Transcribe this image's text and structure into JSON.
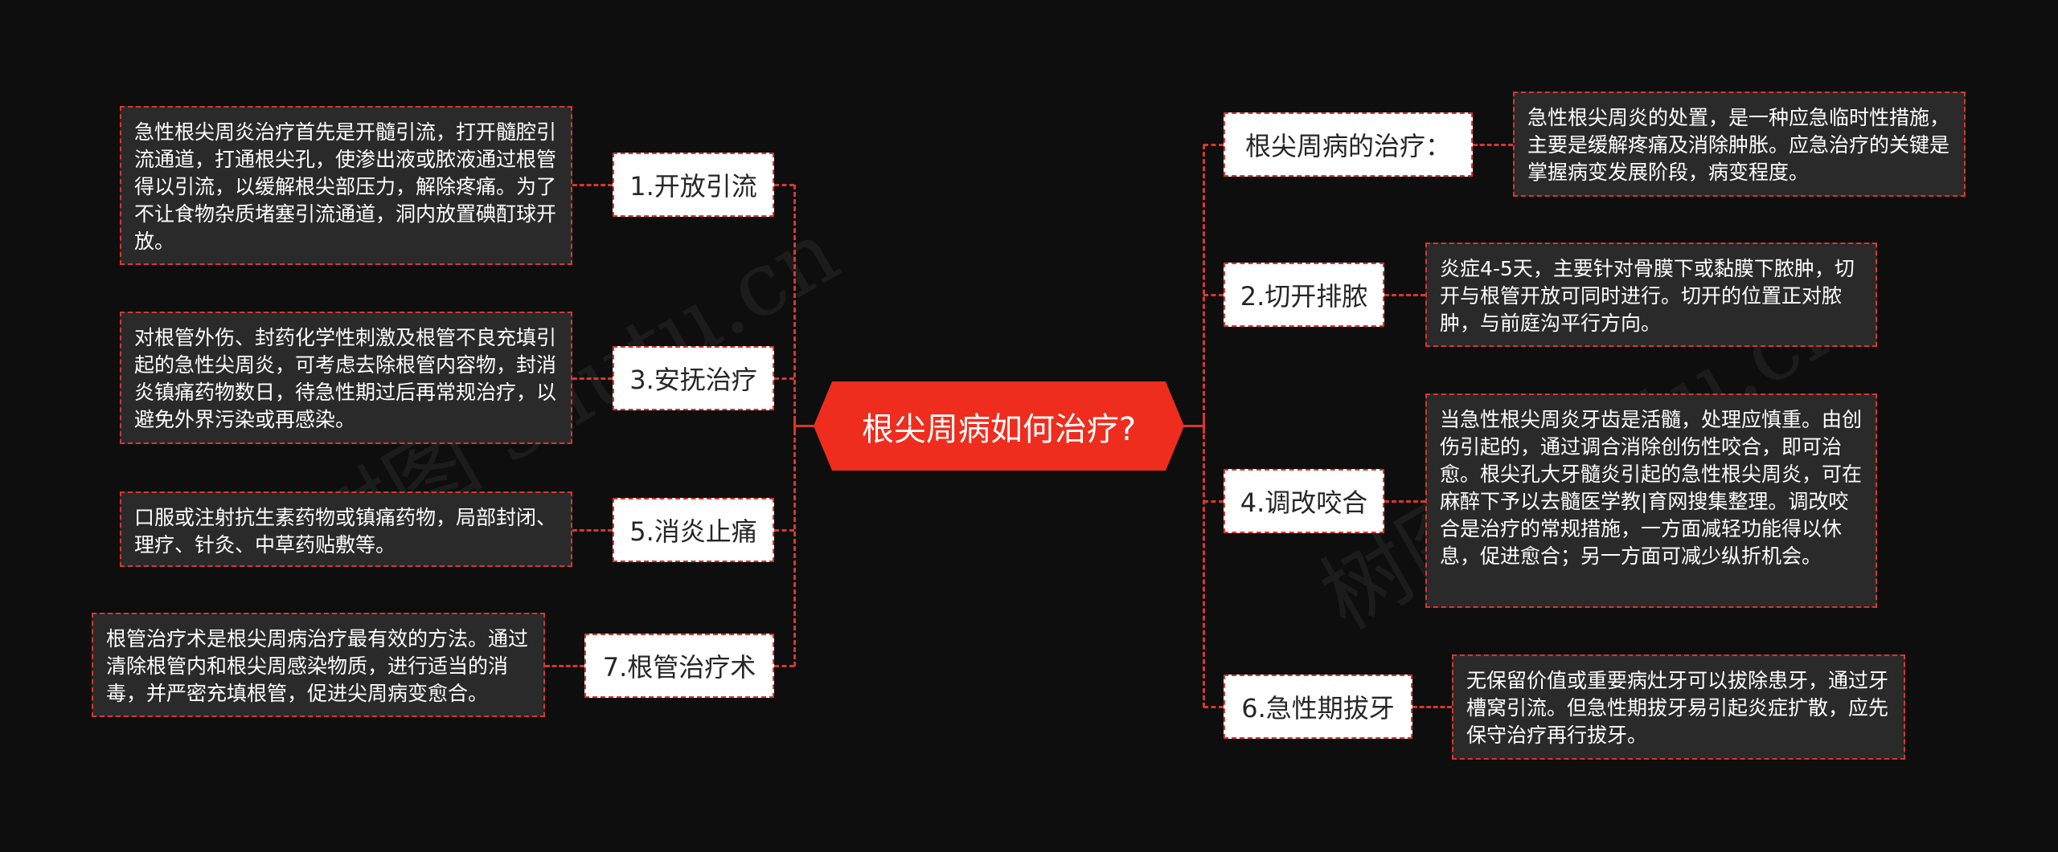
{
  "root": {
    "label": "根尖周病如何治疗?",
    "color": "#ee2d1e"
  },
  "colors": {
    "background": "#0e0e0e",
    "connector": "#d8372b",
    "detail_bg": "#2a2a2a",
    "node_bg": "#ffffff"
  },
  "watermark": {
    "text1": "树图 shutu.cn",
    "text2": "树图 shutu.cn"
  },
  "left_branches": [
    {
      "label": "1.开放引流",
      "detail": "急性根尖周炎治疗首先是开髓引流，打开髓腔引流通道，打通根尖孔，使渗出液或脓液通过根管得以引流，以缓解根尖部压力，解除疼痛。为了不让食物杂质堵塞引流通道，洞内放置碘酊球开放。"
    },
    {
      "label": "3.安抚治疗",
      "detail": "对根管外伤、封药化学性刺激及根管不良充填引起的急性尖周炎，可考虑去除根管内容物，封消炎镇痛药物数日，待急性期过后再常规治疗，以避免外界污染或再感染。"
    },
    {
      "label": "5.消炎止痛",
      "detail": "口服或注射抗生素药物或镇痛药物，局部封闭、理疗、针灸、中草药贴敷等。"
    },
    {
      "label": "7.根管治疗术",
      "detail": "根管治疗术是根尖周病治疗最有效的方法。通过清除根管内和根尖周感染物质，进行适当的消毒，并严密充填根管，促进尖周病变愈合。"
    }
  ],
  "right_branches": [
    {
      "label": "根尖周病的治疗：",
      "detail": "急性根尖周炎的处置，是一种应急临时性措施，主要是缓解疼痛及消除肿胀。应急治疗的关键是掌握病变发展阶段，病变程度。"
    },
    {
      "label": "2.切开排脓",
      "detail": "炎症4-5天，主要针对骨膜下或黏膜下脓肿，切开与根管开放可同时进行。切开的位置正对脓肿，与前庭沟平行方向。"
    },
    {
      "label": "4.调改咬合",
      "detail": "当急性根尖周炎牙齿是活髓，处理应慎重。由创伤引起的，通过调合消除创伤性咬合，即可治愈。根尖孔大牙髓炎引起的急性根尖周炎，可在麻醉下予以去髓医学教|育网搜集整理。调改咬合是治疗的常规措施，一方面减轻功能得以休息，促进愈合；另一方面可减少纵折机会。"
    },
    {
      "label": "6.急性期拔牙",
      "detail": "无保留价值或重要病灶牙可以拔除患牙，通过牙槽窝引流。但急性期拔牙易引起炎症扩散，应先保守治疗再行拔牙。"
    }
  ]
}
